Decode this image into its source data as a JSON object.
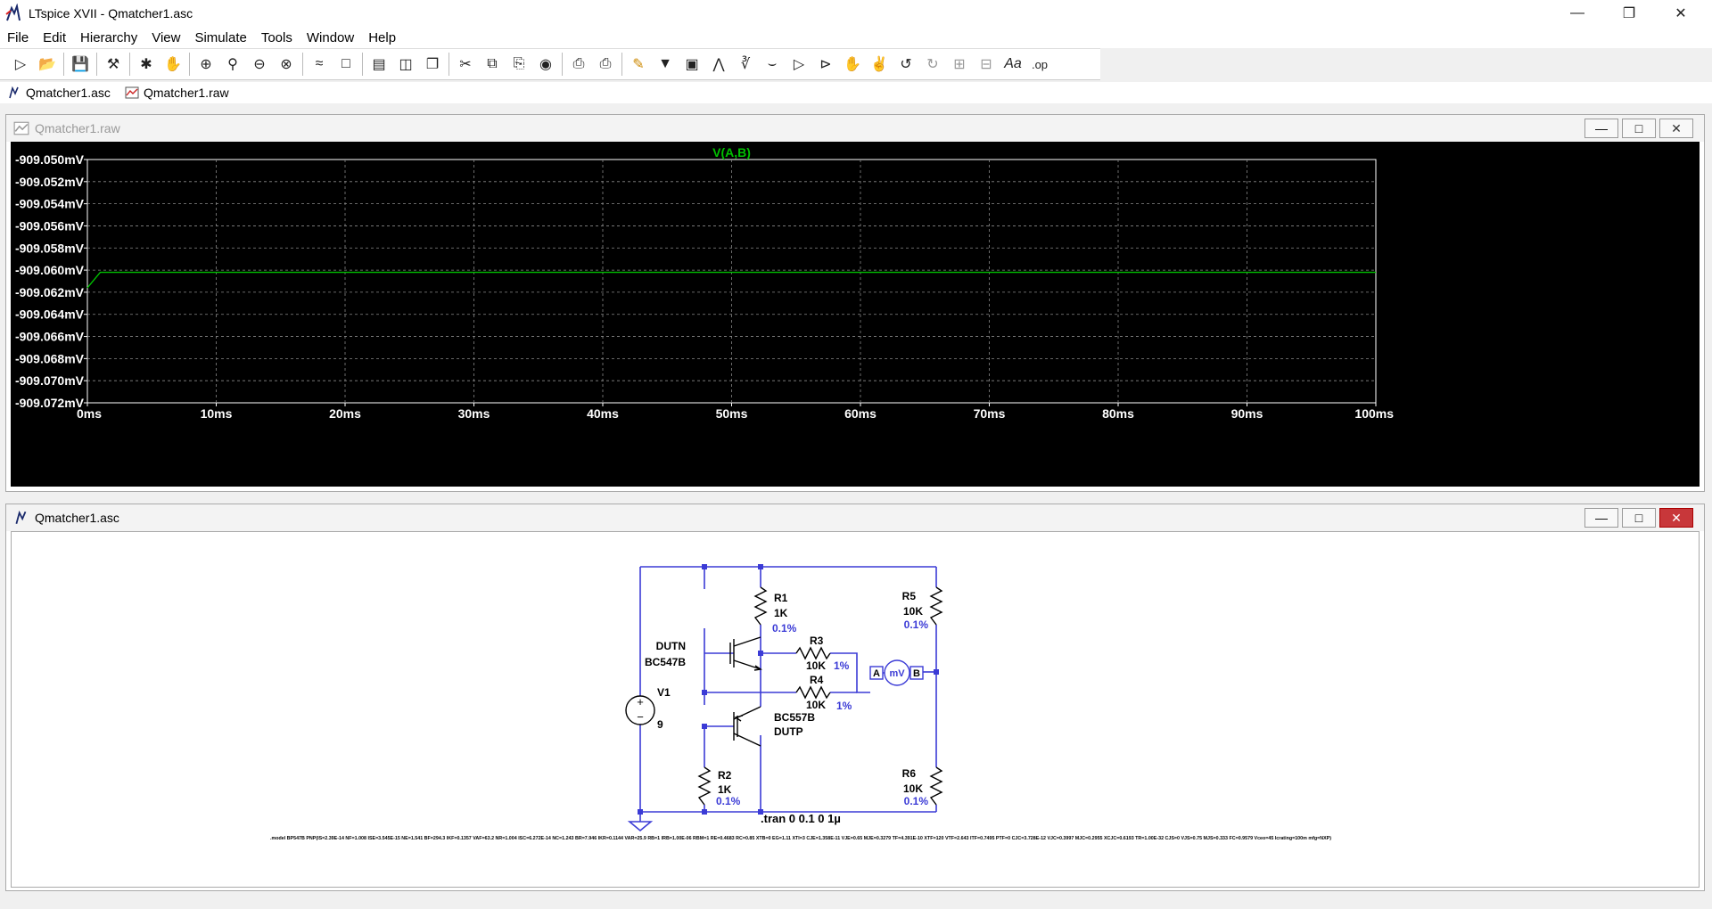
{
  "window": {
    "title": "LTspice XVII - Qmatcher1.asc",
    "controls": [
      "minimize-icon",
      "restore-icon",
      "close-icon"
    ]
  },
  "menu": [
    "File",
    "Edit",
    "Hierarchy",
    "View",
    "Simulate",
    "Tools",
    "Window",
    "Help"
  ],
  "toolbar": {
    "icons": [
      "run-icon",
      "open-icon",
      "save-icon",
      "control-panel-icon",
      "halt-icon",
      "pan-icon",
      "zoom-in-icon",
      "zoom-full-icon",
      "zoom-out-icon",
      "zoom-cancel-icon",
      "autorange-icon",
      "mark-unref-icon",
      "tile-horizontal-icon",
      "tile-vertical-icon",
      "cascade-icon",
      "cut-icon",
      "copy-icon",
      "paste-icon",
      "find-icon",
      "print-icon",
      "print-setup-icon",
      "wire-icon",
      "ground-icon",
      "label-icon",
      "resistor-icon",
      "capacitor-icon",
      "inductor-icon",
      "diode-icon",
      "component-icon",
      "move-icon",
      "drag-icon",
      "undo-icon",
      "redo-icon",
      "rotate-icon",
      "mirror-icon",
      "text-icon",
      "spice-directive-icon"
    ],
    "labels": {
      "text": "Aa",
      "spice": ".op"
    }
  },
  "tabs": [
    {
      "label": "Qmatcher1.asc",
      "icon": "schematic-icon"
    },
    {
      "label": "Qmatcher1.raw",
      "icon": "waveform-icon"
    }
  ],
  "waveform_window": {
    "title": "Qmatcher1.raw",
    "controls": [
      "minimize-icon",
      "maximize-icon",
      "close-icon"
    ]
  },
  "schematic_window": {
    "title": "Qmatcher1.asc",
    "controls": [
      "minimize-icon",
      "maximize-icon",
      "close-icon"
    ]
  },
  "chart_data": {
    "type": "line",
    "title": "V(A,B)",
    "xlabel": "",
    "ylabel": "",
    "xlim": [
      0,
      100
    ],
    "ylim": [
      -909.072,
      -909.05
    ],
    "x_tick_labels": [
      "0ms",
      "10ms",
      "20ms",
      "30ms",
      "40ms",
      "50ms",
      "60ms",
      "70ms",
      "80ms",
      "90ms",
      "100ms"
    ],
    "y_tick_labels": [
      "-909.050mV",
      "-909.052mV",
      "-909.054mV",
      "-909.056mV",
      "-909.058mV",
      "-909.060mV",
      "-909.062mV",
      "-909.064mV",
      "-909.066mV",
      "-909.068mV",
      "-909.070mV",
      "-909.072mV"
    ],
    "series": [
      {
        "name": "V(A,B)",
        "color": "#00c000",
        "x": [
          0,
          1,
          100
        ],
        "y": [
          -909.0616,
          -909.0602,
          -909.0602
        ]
      }
    ],
    "grid": true
  },
  "schematic": {
    "components": {
      "R1": {
        "name": "R1",
        "value": "1K",
        "tol": "0.1%"
      },
      "R2": {
        "name": "R2",
        "value": "1K",
        "tol": "0.1%"
      },
      "R3": {
        "name": "R3",
        "value": "10K",
        "tol": "1%"
      },
      "R4": {
        "name": "R4",
        "value": "10K",
        "tol": "1%"
      },
      "R5": {
        "name": "R5",
        "value": "10K",
        "tol": "0.1%"
      },
      "R6": {
        "name": "R6",
        "value": "10K",
        "tol": "0.1%"
      },
      "V1": {
        "name": "V1",
        "value": "9"
      },
      "Q1": {
        "name": "DUTN",
        "model": "BC547B"
      },
      "Q2": {
        "name": "DUTP",
        "model": "BC557B"
      }
    },
    "meter": {
      "label": "mV",
      "node_a": "A",
      "node_b": "B"
    },
    "directive": ".tran 0 0.1 0 1µ",
    "model_line": ".model BP547B PNP(IS=2.39E-14 NF=1.008 ISE=3.545E-15 NE=1.541 BF=294.3 IKF=0.1357 VAF=63.2 NR=1.004 ISC=6.272E-14 NC=1.243 BR=7.946 IKR=0.1144 VAR=25.9 RB=1 IRB=1.00E-06 RBM=1 RE=0.4683 RC=0.85 XTB=0 EG=1.11 XTI=3 CJE=1.358E-11 VJE=0.65 MJE=0.3279 TF=4.391E-10 XTF=120 VTF=2.643 ITF=0.7495 PTF=0 CJC=3.728E-12 VJC=0.3997 MJC=0.2955 XCJC=0.6193 TR=1.00E-32 CJS=0 VJS=0.75 MJS=0.333 FC=0.9579 Vceo=45 Icrating=100m mfg=NXP)"
  }
}
